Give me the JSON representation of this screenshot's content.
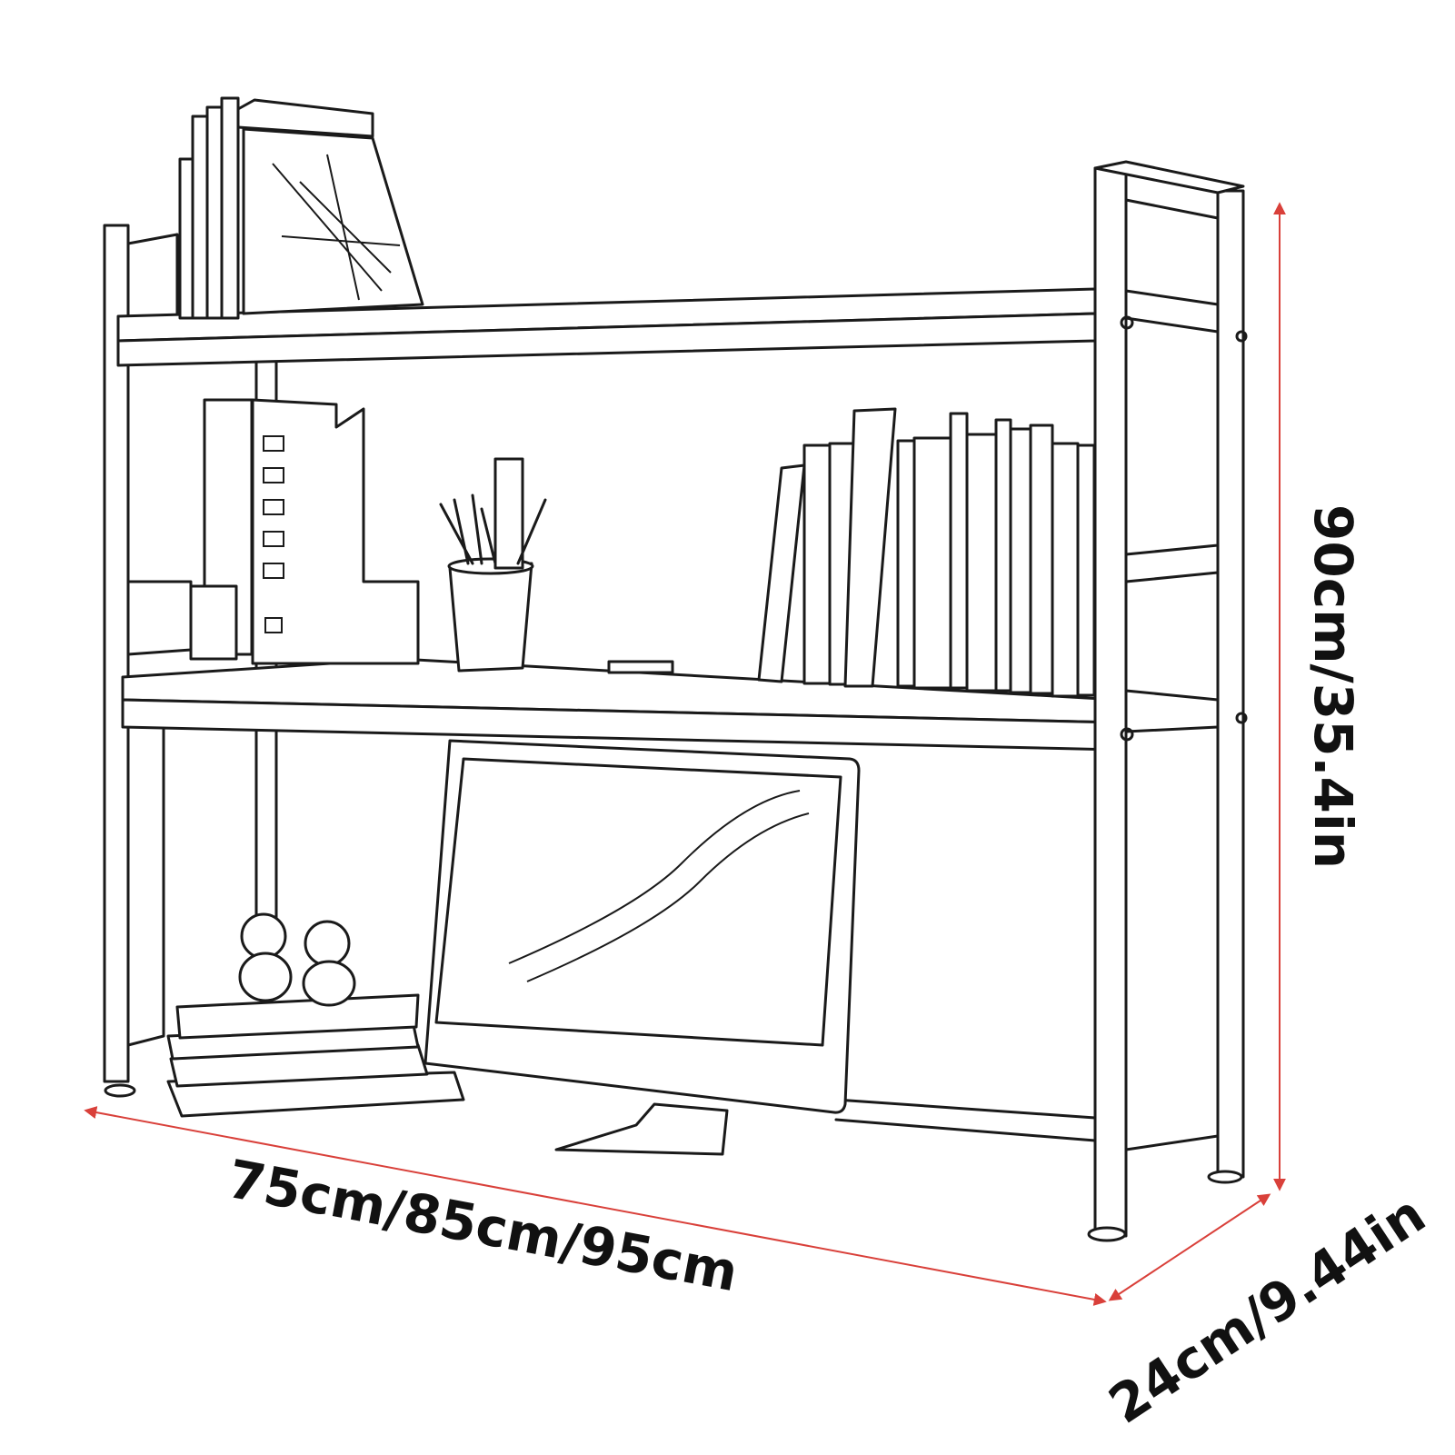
{
  "dimensions": {
    "width_label": "75cm/85cm/95cm",
    "height_label": "90cm/35.4in",
    "depth_label": "24cm/9.44in"
  },
  "colors": {
    "dimension_line": "#d9403a",
    "outline": "#1a1a1a",
    "background": "#ffffff"
  }
}
